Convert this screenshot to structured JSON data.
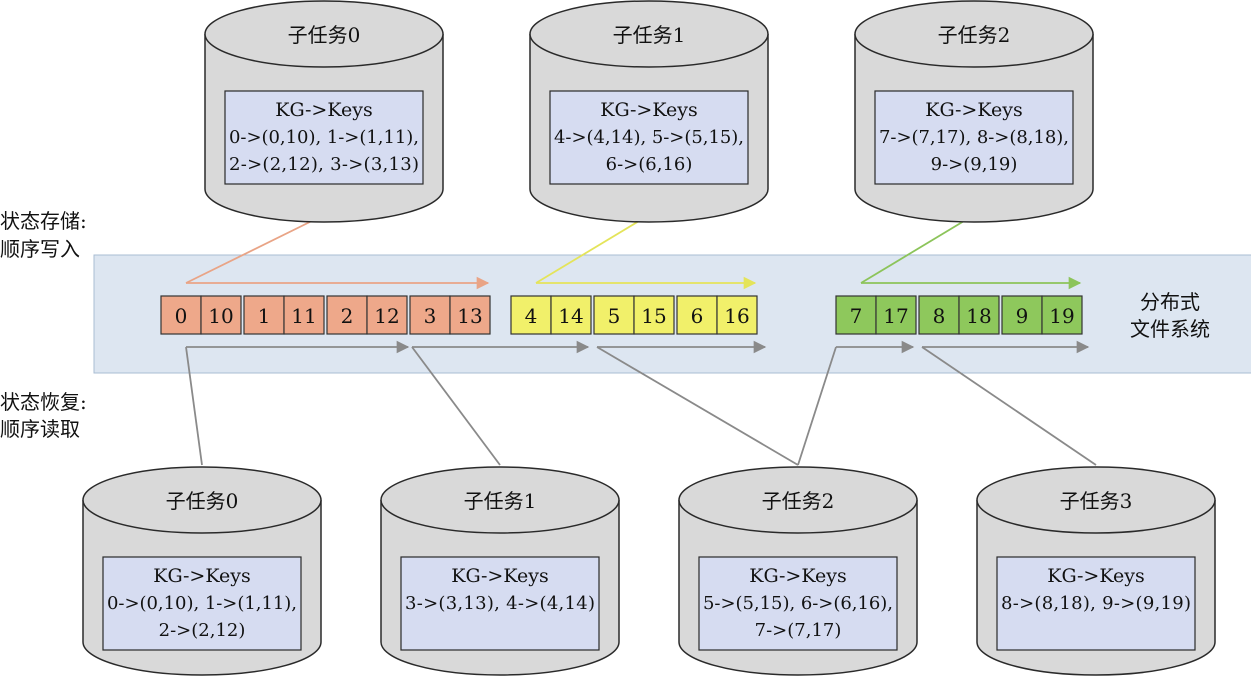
{
  "colors": {
    "cylinder_fill": "#d9d9d9",
    "cylinder_stroke": "#2a2a2a",
    "inner_box_fill": "#d6dcf1",
    "band_fill": "#dde6f1",
    "band_stroke": "#a9bdd3",
    "orange": "#eea88a",
    "orange_line": "#e9a486",
    "yellow": "#f1f06a",
    "yellow_line": "#e4e45a",
    "green": "#8ec85c",
    "green_line": "#8cc45a",
    "gray_line": "#8a8a8a"
  },
  "left_labels": {
    "write_line1": "状态存储:",
    "write_line2": "顺序写入",
    "read_line1": "状态恢复:",
    "read_line2": "顺序读取"
  },
  "fs_label": {
    "line1": "分布式",
    "line2": "文件系统"
  },
  "top_tasks": [
    {
      "title": "子任务0",
      "header": "KG->Keys",
      "lines": [
        "0->(0,10), 1->(1,11),",
        "2->(2,12), 3->(3,13)"
      ],
      "color": "orange"
    },
    {
      "title": "子任务1",
      "header": "KG->Keys",
      "lines": [
        "4->(4,14), 5->(5,15),",
        "6->(6,16)"
      ],
      "color": "yellow"
    },
    {
      "title": "子任务2",
      "header": "KG->Keys",
      "lines": [
        "7->(7,17), 8->(8,18),",
        "9->(9,19)"
      ],
      "color": "green"
    }
  ],
  "bottom_tasks": [
    {
      "title": "子任务0",
      "header": "KG->Keys",
      "lines": [
        "0->(0,10), 1->(1,11),",
        "2->(2,12)"
      ]
    },
    {
      "title": "子任务1",
      "header": "KG->Keys",
      "lines": [
        "3->(3,13), 4->(4,14)"
      ]
    },
    {
      "title": "子任务2",
      "header": "KG->Keys",
      "lines": [
        "5->(5,15), 6->(6,16),",
        "7->(7,17)"
      ]
    },
    {
      "title": "子任务3",
      "header": "KG->Keys",
      "lines": [
        "8->(8,18), 9->(9,19)"
      ]
    }
  ],
  "segments": [
    {
      "color": "orange",
      "pairs": [
        [
          "0",
          "10"
        ],
        [
          "1",
          "11"
        ],
        [
          "2",
          "12"
        ],
        [
          "3",
          "13"
        ]
      ]
    },
    {
      "color": "yellow",
      "pairs": [
        [
          "4",
          "14"
        ],
        [
          "5",
          "15"
        ],
        [
          "6",
          "16"
        ]
      ]
    },
    {
      "color": "green",
      "pairs": [
        [
          "7",
          "17"
        ],
        [
          "8",
          "18"
        ],
        [
          "9",
          "19"
        ]
      ]
    }
  ]
}
